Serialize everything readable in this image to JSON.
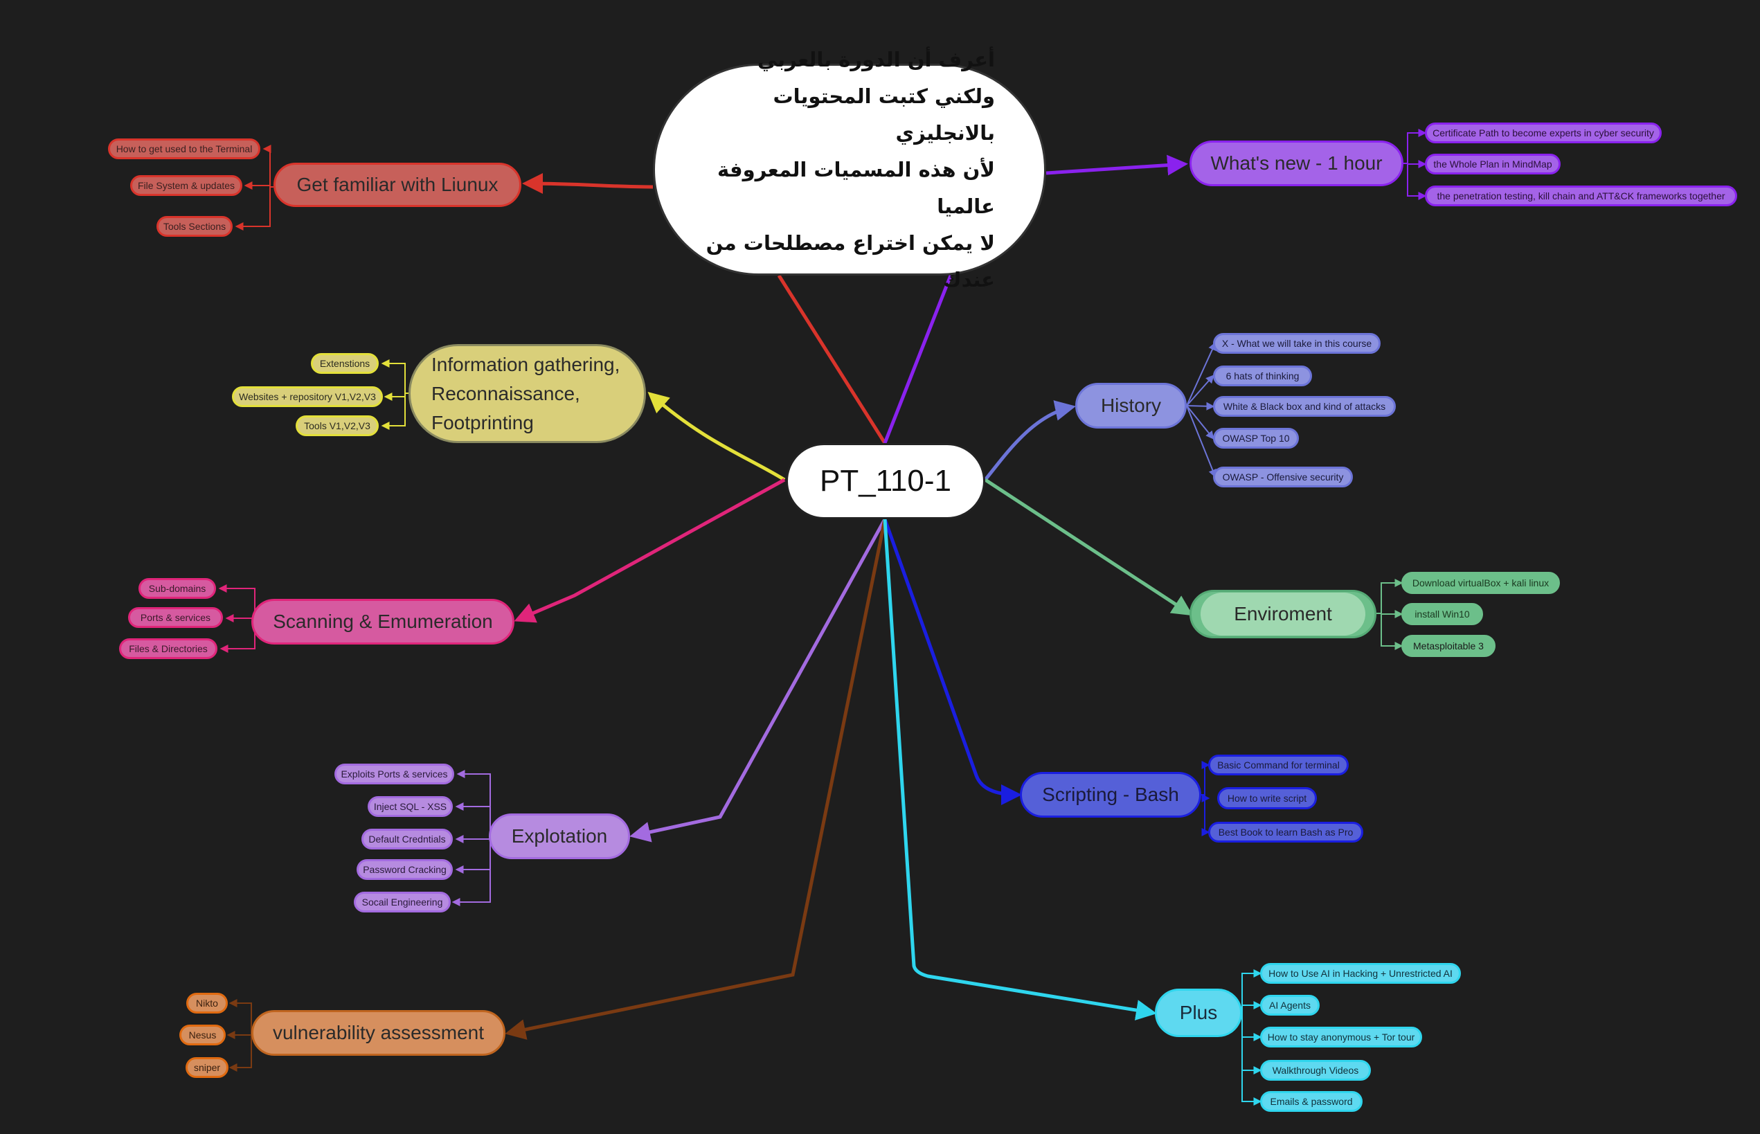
{
  "mindmap": {
    "center": {
      "label": "PT_110-1"
    },
    "note": {
      "lines": [
        "أعرف أن الدورة بالعربي",
        "ولكني كتبت المحتويات بالانجليزي",
        "لأن هذه المسميات المعروفة عالميا",
        "لا يمكن اختراع مصطلحات من عندك"
      ]
    },
    "branches": {
      "linux": {
        "label": "Get familiar with Liunux",
        "color": "#d9342b",
        "children": [
          "How to get used to the Terminal",
          "File System & updates",
          "Tools Sections"
        ]
      },
      "info": {
        "label_lines": [
          "Information gathering,",
          "Reconnaissance,",
          "Footprinting"
        ],
        "color": "#e3e03a",
        "children": [
          "Extenstions",
          "Websites + repository V1,V2,V3",
          "Tools V1,V2,V3"
        ]
      },
      "scanning": {
        "label": "Scanning & Emumeration",
        "color": "#e0257a",
        "children": [
          "Sub-domains",
          "Ports & services",
          "Files & Directories"
        ]
      },
      "exploitation": {
        "label": "Explotation",
        "color": "#a36be0",
        "children": [
          "Exploits Ports & services",
          "Inject SQL - XSS",
          "Default Credntials",
          "Password Cracking",
          "Socail Engineering"
        ]
      },
      "vuln": {
        "label": "vulnerability assessment",
        "color": "#7a3a12",
        "children": [
          "Nikto",
          "Nesus",
          "sniper"
        ]
      },
      "whatsnew": {
        "label": "What's new - 1 hour",
        "color": "#8a22ee",
        "children": [
          "Certificate Path to become experts in cyber security",
          "the Whole Plan in MindMap",
          "the penetration testing, kill chain and ATT&CK frameworks together"
        ]
      },
      "history": {
        "label": "History",
        "color": "#6c74d8",
        "children": [
          "X - What we will take in this course",
          "6 hats of thinking",
          "White & Black box and kind of attacks",
          "OWASP Top 10",
          "OWASP - Offensive security"
        ]
      },
      "environment": {
        "label": "Enviroment",
        "color": "#6cbf8a",
        "children": [
          "Download virtualBox + kali linux",
          "install Win10",
          "Metasploitable 3"
        ]
      },
      "scripting": {
        "label": "Scripting - Bash",
        "color": "#1a1ee0",
        "children": [
          "Basic Command for terminal",
          "How to write script",
          "Best Book to learn Bash as Pro"
        ]
      },
      "plus": {
        "label": "Plus",
        "color": "#2fd6ee",
        "children": [
          "How to Use AI in Hacking + Unrestricted AI",
          "AI Agents",
          "How to stay anonymous + Tor tour",
          "Walkthrough Videos",
          "Emails & password"
        ]
      }
    }
  }
}
